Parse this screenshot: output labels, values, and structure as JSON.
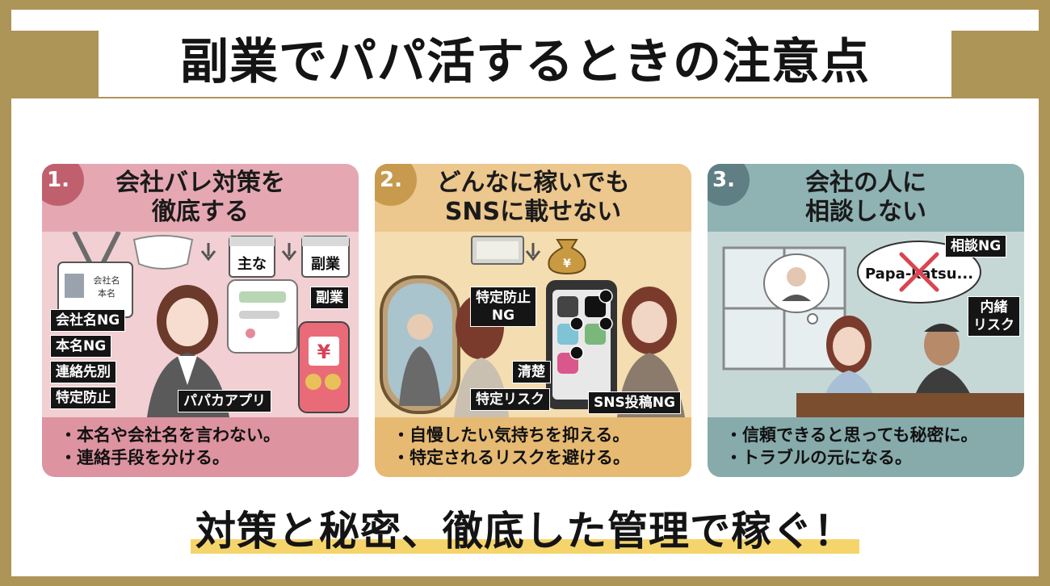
{
  "title": "副業でパパ活するときの注意点",
  "slogan": "対策と秘密、徹底した管理で稼ぐ！",
  "colors": {
    "gold": "#ad9558",
    "panel1_head": "#e5a8b3",
    "panel1_art": "#f1cfd3",
    "panel1_foot": "#dd93a0",
    "panel1_num": "#c0606e",
    "panel2_head": "#ecc78e",
    "panel2_art": "#f4ddb0",
    "panel2_foot": "#e6ba72",
    "panel2_num": "#c79a4e",
    "panel3_head": "#8fb2b3",
    "panel3_art": "#c6d8d6",
    "panel3_foot": "#87aaab",
    "panel3_num": "#5f7f84",
    "highlight": "#f5d56b"
  },
  "panels": [
    {
      "number": "1.",
      "title": "会社バレ対策を\n徹底する",
      "tags": [
        "会社名NG",
        "本名NG",
        "連絡先別",
        "特定防止",
        "パパカアプリ",
        "副業"
      ],
      "labels": {
        "badge_line1": "会社名",
        "badge_line2": "本名",
        "calendar1": "主な",
        "calendar2": "副業",
        "yen": "¥"
      },
      "bullets": [
        "・本名や会社名を言わない。",
        "・連絡手段を分ける。"
      ]
    },
    {
      "number": "2.",
      "title": "どんなに稼いでも\nSNSに載せない",
      "tags": [
        "特定防止\nNG",
        "清楚",
        "特定リスク",
        "SNS投稿NG"
      ],
      "labels": {
        "yen": "¥"
      },
      "bullets": [
        "・自慢したい気持ちを抑える。",
        "・特定されるリスクを避ける。"
      ]
    },
    {
      "number": "3.",
      "title": "会社の人に\n相談しない",
      "tags": [
        "相談NG",
        "内緒\nリスク"
      ],
      "labels": {
        "speech": "Papa-katsu..."
      },
      "bullets": [
        "・信頼できると思っても秘密に。",
        "・トラブルの元になる。"
      ]
    }
  ]
}
